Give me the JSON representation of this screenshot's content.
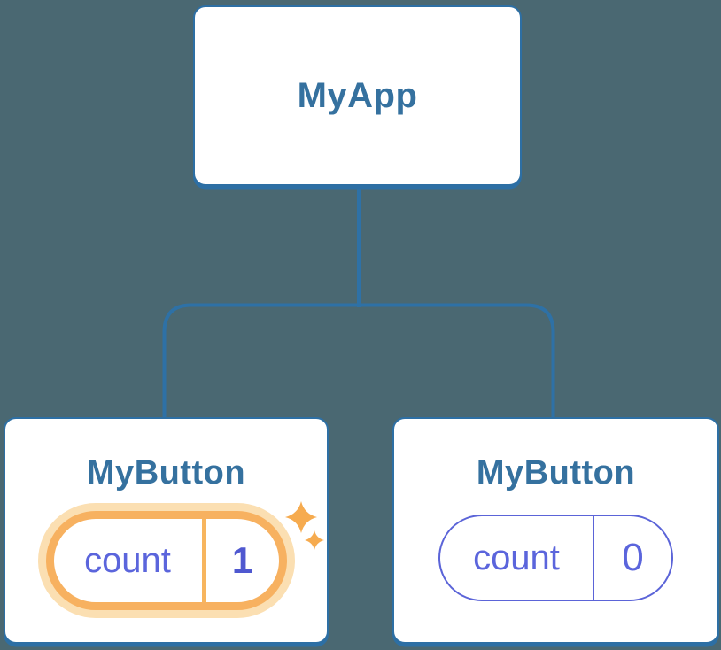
{
  "diagram": {
    "description": "Component tree with state",
    "root": {
      "label": "MyApp"
    },
    "children": [
      {
        "label": "MyButton",
        "state": {
          "key": "count",
          "value": "1"
        },
        "highlighted": true
      },
      {
        "label": "MyButton",
        "state": {
          "key": "count",
          "value": "0"
        },
        "highlighted": false
      }
    ]
  },
  "colors": {
    "background": "#4a6872",
    "node_fill": "#ffffff",
    "node_border": "#2d6fa4",
    "connector_line": "#2e71a6",
    "label_text": "#35719f",
    "state_text": "#5b65dc",
    "state_value_highlight": "#4f58d0",
    "highlight_border": "#f7b160",
    "highlight_glow": "#fbdfb2",
    "sparkle": "#f6ab4f"
  }
}
